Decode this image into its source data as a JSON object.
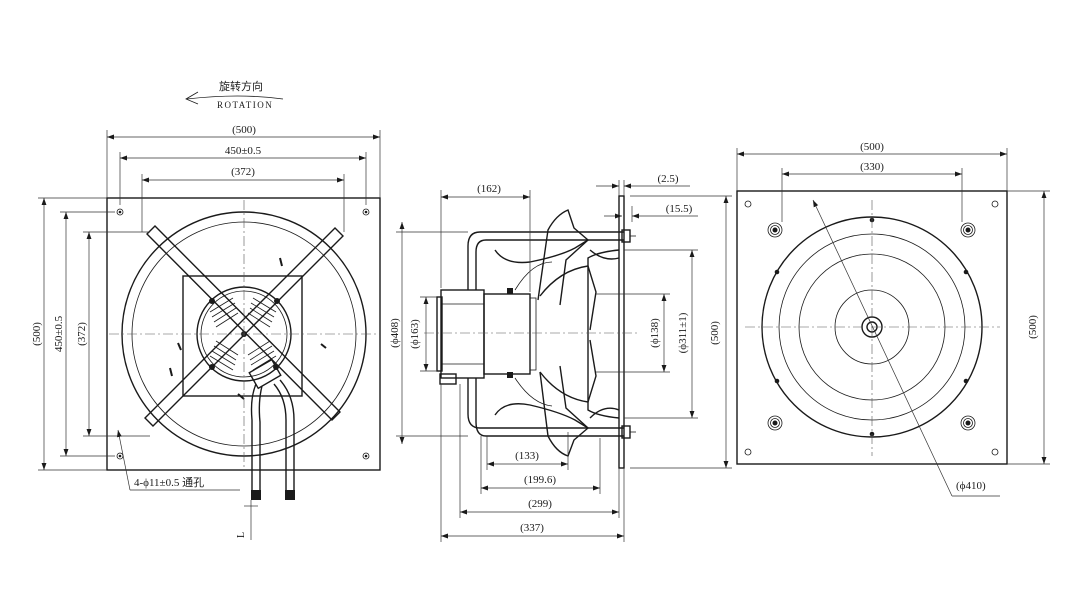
{
  "rotation": {
    "label_cn": "旋转方向",
    "label_en": "ROTATION"
  },
  "front_view": {
    "width_overall": "(500)",
    "hole_spacing_h": "450±0.5",
    "guard_width_h": "(372)",
    "height_overall": "(500)",
    "hole_spacing_v": "450±0.5",
    "guard_height_v": "(372)",
    "mounting_holes": "4-ϕ11±0.5 通孔",
    "cable_length": "L"
  },
  "side_view": {
    "motor_depth": "(162)",
    "flange_offset_small": "(2.5)",
    "flange_offset": "(15.5)",
    "guard_dia": "(ϕ408)",
    "motor_dia": "(ϕ163)",
    "hub_dia": "(ϕ138)",
    "shroud_dia": "(ϕ311±1)",
    "plate_height": "(500)",
    "depth_133": "(133)",
    "depth_199": "(199.6)",
    "depth_299": "(299)",
    "depth_337": "(337)"
  },
  "rear_view": {
    "width_overall": "(500)",
    "bolt_spacing": "(330)",
    "height_overall": "(500)",
    "ring_dia": "(ϕ410)"
  }
}
